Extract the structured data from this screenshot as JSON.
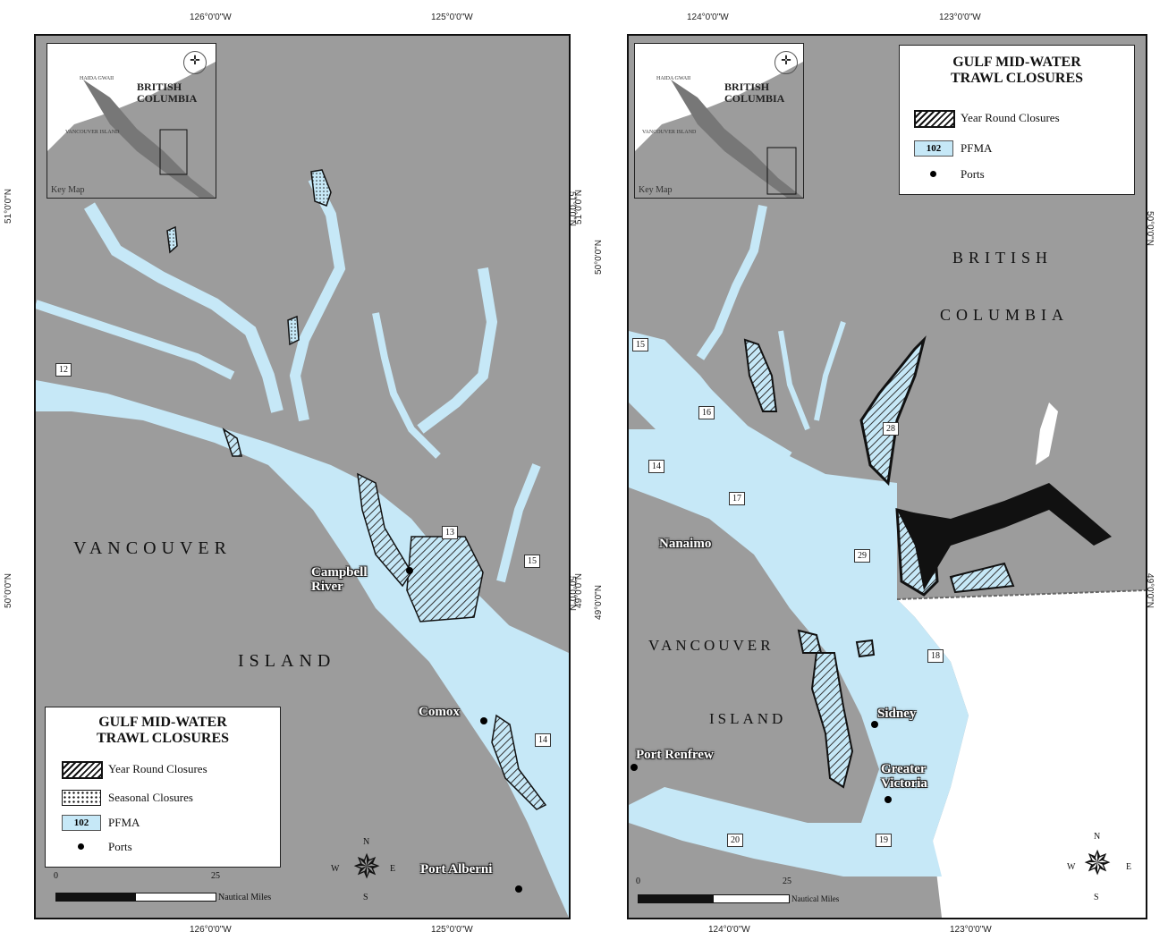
{
  "left_map": {
    "top_coords": [
      "126°0'0\"W",
      "125°0'0\"W"
    ],
    "bottom_coords": [
      "126°0'0\"W",
      "125°0'0\"W"
    ],
    "left_coords": [
      "51°0'0\"N",
      "50°0'0\"N"
    ],
    "right_coords": [
      "51°0'0\"N",
      "50°0'0\"N"
    ],
    "keymap": {
      "haida": "HAIDA GWAII",
      "bc": "BRITISH COLUMBIA",
      "vi": "VANCOUVER ISLAND",
      "key": "Key Map"
    },
    "region_labels": [
      "VANCOUVER",
      "ISLAND"
    ],
    "ports": [
      "Campbell River",
      "Comox",
      "Port Alberni"
    ],
    "pfma": [
      "12",
      "13",
      "15",
      "14"
    ],
    "legend": {
      "title_line1": "GULF MID-WATER",
      "title_line2": "TRAWL CLOSURES",
      "year_round": "Year Round Closures",
      "seasonal": "Seasonal Closures",
      "pfma_code": "102",
      "pfma": "PFMA",
      "ports": "Ports"
    },
    "scale": {
      "zero": "0",
      "mid": "25",
      "unit": "Nautical Miles"
    },
    "compass": [
      "N",
      "E",
      "S",
      "W"
    ]
  },
  "right_map": {
    "top_coords": [
      "124°0'0\"W",
      "123°0'0\"W"
    ],
    "bottom_coords": [
      "124°0'0\"W",
      "123°0'0\"W"
    ],
    "left_coords": [
      "51°0'0\"N",
      "50°0'0\"N",
      "49°0'0\"N"
    ],
    "right_coords": [
      "50°0'0\"N",
      "49°0'0\"N"
    ],
    "keymap": {
      "haida": "HAIDA GWAII",
      "bc": "BRITISH COLUMBIA",
      "vi": "VANCOUVER ISLAND",
      "key": "Key Map"
    },
    "region_labels": [
      "BRITISH",
      "COLUMBIA",
      "VANCOUVER",
      "ISLAND"
    ],
    "ports": [
      "Nanaimo",
      "Sidney",
      "Greater Victoria",
      "Port Renfrew"
    ],
    "pfma": [
      "15",
      "16",
      "14",
      "17",
      "28",
      "29",
      "18",
      "20",
      "19"
    ],
    "legend": {
      "title_line1": "GULF MID-WATER",
      "title_line2": "TRAWL CLOSURES",
      "year_round": "Year Round Closures",
      "pfma_code": "102",
      "pfma": "PFMA",
      "ports": "Ports"
    },
    "scale": {
      "zero": "0",
      "mid": "25",
      "unit": "Nautical Miles"
    },
    "compass": [
      "N",
      "E",
      "S",
      "W"
    ]
  },
  "colors": {
    "land": "#9c9c9c",
    "water": "#c6e8f7",
    "closure": "#5f7fa0"
  }
}
